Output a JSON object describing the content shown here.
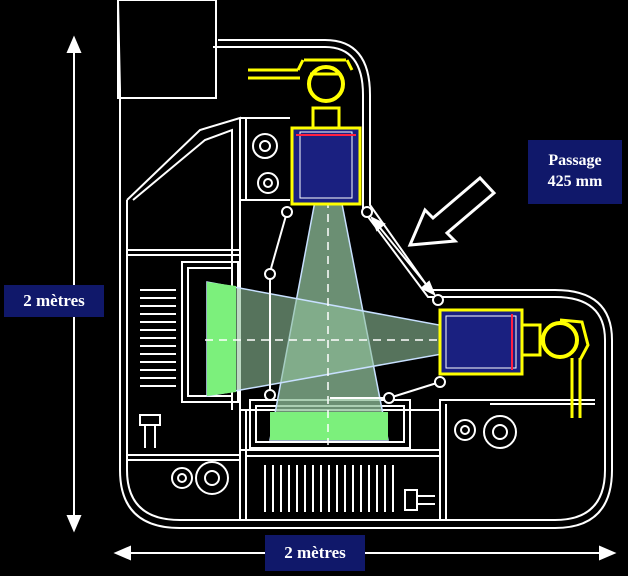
{
  "labels": {
    "height": "2 mètres",
    "width": "2 mètres",
    "passage_line1": "Passage",
    "passage_line2": "425 mm"
  },
  "colors": {
    "background": "#000000",
    "outline": "#ffffff",
    "detector_yellow": "#ffff00",
    "beam_fill": "#8fbf9a",
    "beam_edge": "#c8e0ff",
    "detector_target": "#7cf07c",
    "label_bg": "#10186a",
    "tube_body": "#1a2080",
    "focal_mark": "#ff2040"
  },
  "icons": {
    "arrow": "passage-arrow-icon",
    "tube_top": "xray-tube-top-icon",
    "tube_right": "xray-tube-right-icon"
  }
}
